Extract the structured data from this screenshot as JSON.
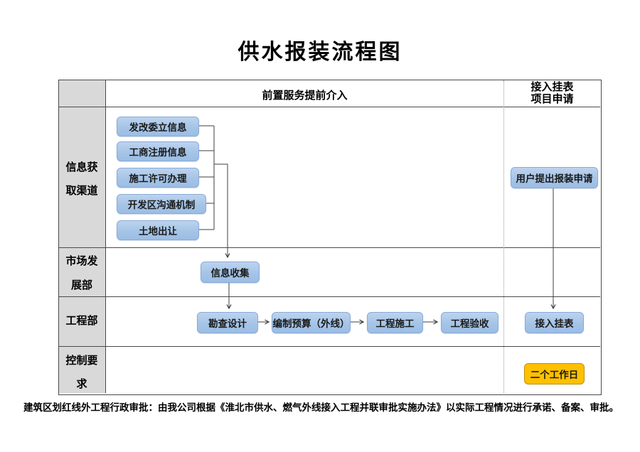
{
  "title": "供水报装流程图",
  "table": {
    "header": {
      "pre_service": "前置服务提前介入",
      "right_line1": "接入挂表",
      "right_line2": "项目申请"
    },
    "row_labels": {
      "r1_line1": "信息获",
      "r1_line2": "取渠道",
      "r2_line1": "市场发",
      "r2_line2": "展部",
      "r3": "工程部",
      "r4_line1": "控制要",
      "r4_line2": "求"
    }
  },
  "boxes": {
    "info_sources": [
      "发改委立信息",
      "工商注册信息",
      "施工许可办理",
      "开发区沟通机制",
      "土地出让"
    ],
    "user_request": "用户提出报装申请",
    "info_collect": "信息收集",
    "survey_design": "勘查设计",
    "budget": "编制预算（外线）",
    "construction": "工程施工",
    "acceptance": "工程验收",
    "meter_install": "接入挂表",
    "control_days": "二个工作日"
  },
  "footnote": "建筑区划红线外工程行政审批：由我公司根据《淮北市供水、燃气外线接入工程并联审批实施办法》以实际工程情况进行承诺、备案、审批。",
  "colors": {
    "blue_box_fill": "#A5C4E7",
    "blue_box_border": "#86ABD8",
    "orange_box_fill": "#FFC000",
    "orange_box_border": "#BF9000",
    "label_column_bg": "#D9D9D9",
    "grid_line": "#4A4A4A"
  }
}
